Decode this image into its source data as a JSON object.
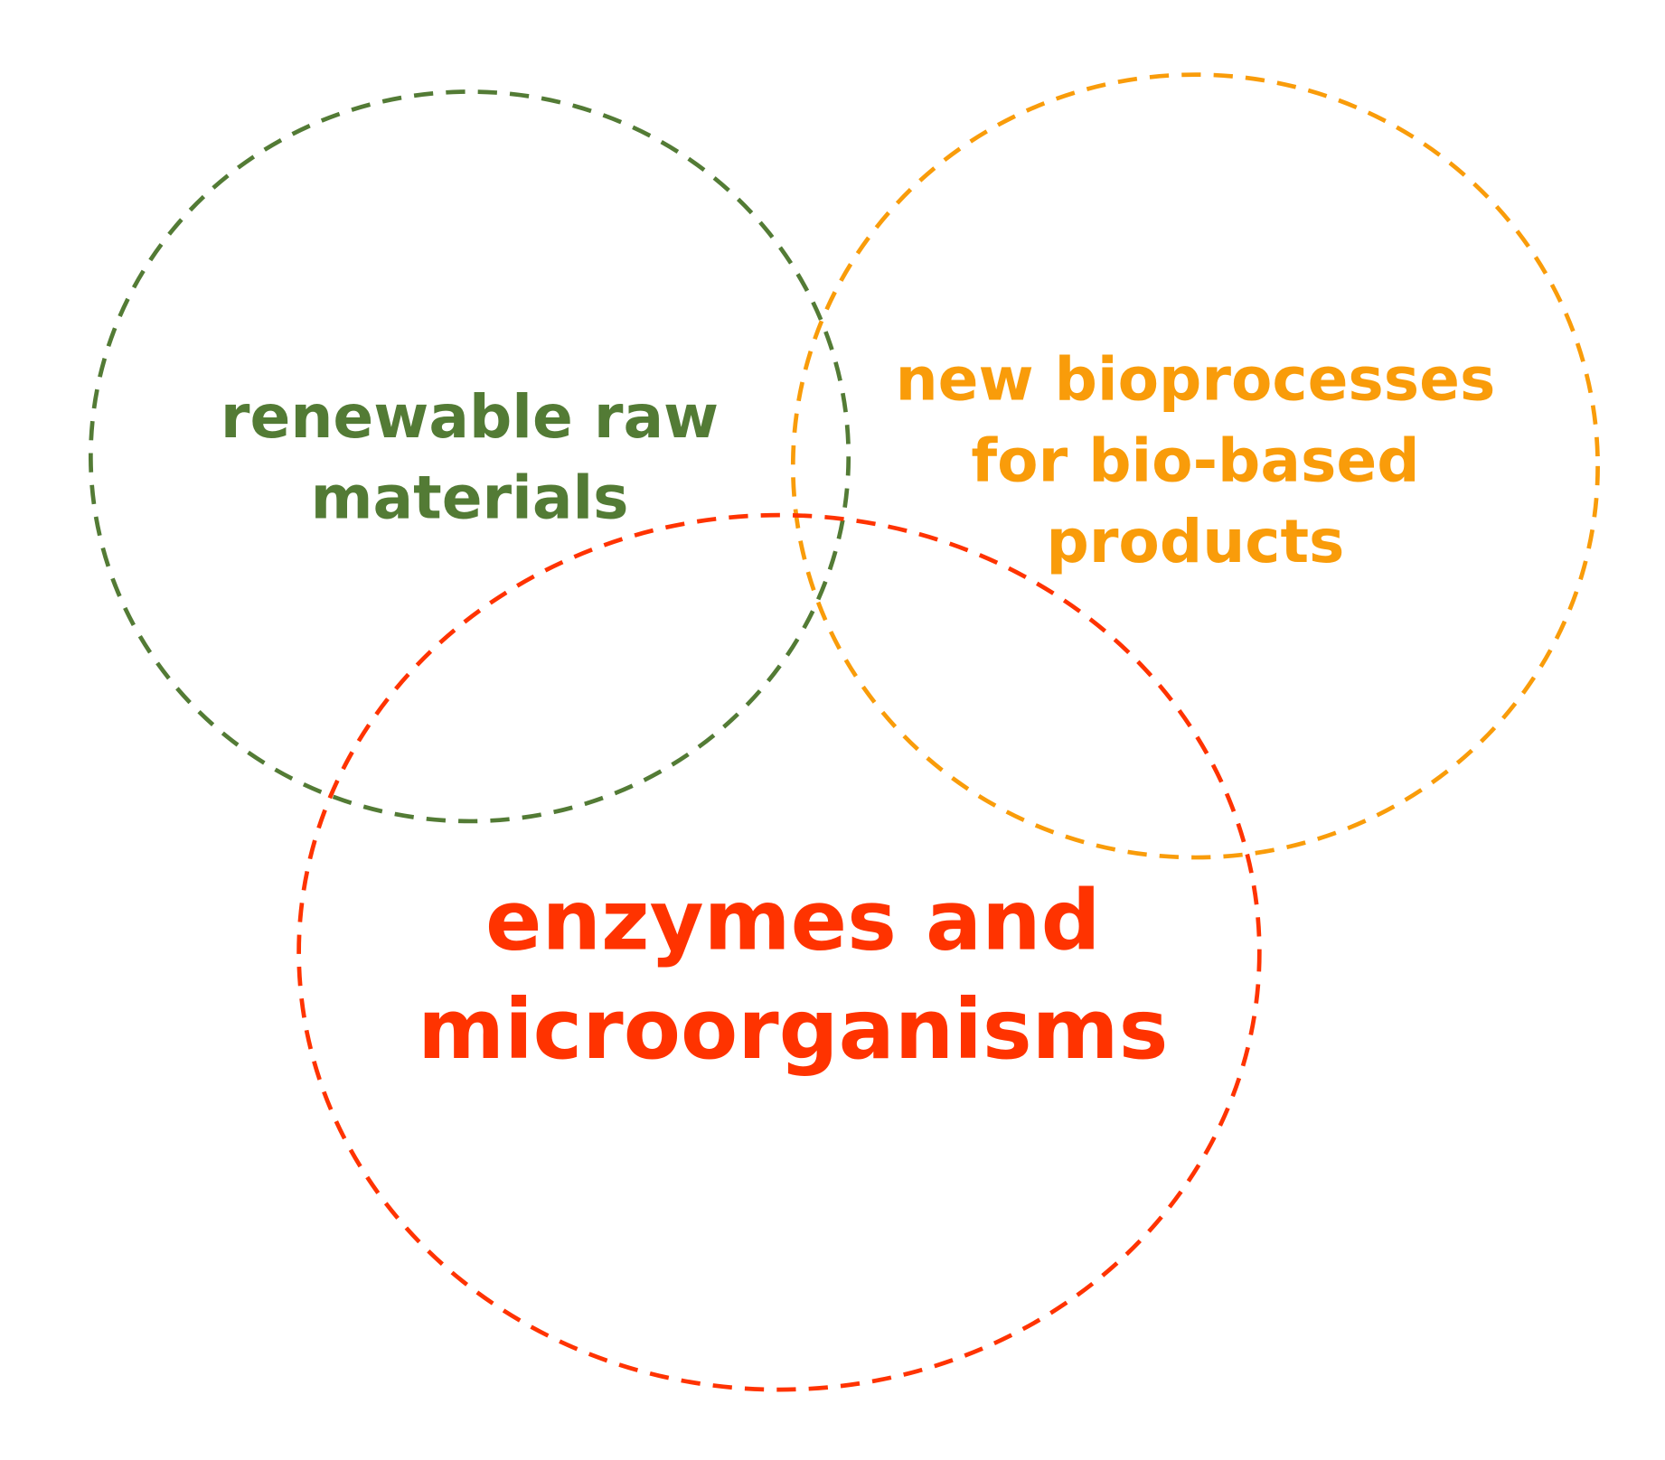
{
  "diagram": {
    "type": "venn",
    "sets": [
      {
        "id": "raw-materials",
        "lines": [
          "renewable raw",
          "materials"
        ],
        "color": "#537b35"
      },
      {
        "id": "bioprocesses",
        "lines": [
          "new bioprocesses",
          "for bio-based",
          "products"
        ],
        "color": "#f99c0a"
      },
      {
        "id": "enzymes",
        "lines": [
          "enzymes and",
          "microorganisms"
        ],
        "color": "#ff3300"
      }
    ]
  }
}
